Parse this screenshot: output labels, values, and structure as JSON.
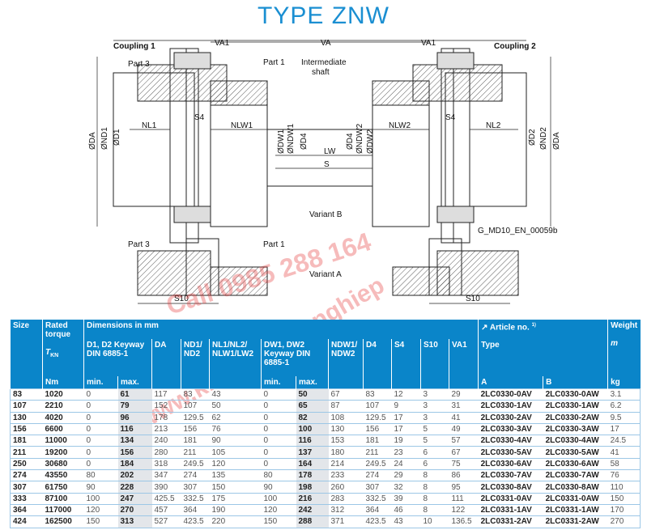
{
  "title": "TYPE ZNW",
  "drawing": {
    "coupling1": "Coupling 1",
    "coupling2": "Coupling 2",
    "part3": "Part 3",
    "part1": "Part 1",
    "intermediate": "Intermediate",
    "shaft": "shaft",
    "va1": "VA1",
    "va": "VA",
    "nl1": "NL1",
    "s4": "S4",
    "nlw1": "NLW1",
    "dw1": "ØDW1",
    "ndw1": "ØNDW1",
    "d4": "ØD4",
    "ndw2": "ØNDW2",
    "dw2": "ØDW2",
    "nlw2": "NLW2",
    "nl2": "NL2",
    "da": "ØDA",
    "nd1": "ØND1",
    "d1": "ØD1",
    "d2": "ØD2",
    "nd2": "ØND2",
    "lw": "LW",
    "s": "S",
    "variant_b": "Variant B",
    "variant_a": "Variant A",
    "s10": "S10",
    "ref": "G_MD10_EN_00059b"
  },
  "watermark": {
    "phone": "Call 0985 288 164",
    "site": "www.khonoicongnghiep"
  },
  "table": {
    "h": {
      "size": "Size",
      "rated": "Rated torque",
      "tkn": "T",
      "tkn_sub": "KN",
      "nm": "Nm",
      "dims": "Dimensions in mm",
      "d1d2": "D1, D2 Keyway DIN 6885-1",
      "min": "min.",
      "max": "max.",
      "da": "DA",
      "nd": "ND1/ ND2",
      "nl": "NL1/NL2/ NLW1/LW2",
      "dw": "DW1, DW2 Keyway DIN 6885-1",
      "ndw": "NDW1/ NDW2",
      "d4": "D4",
      "s4": "S4",
      "s10": "S10",
      "va1": "VA1",
      "article": "↗ Article no.",
      "article_sup": "1)",
      "type": "Type",
      "a": "A",
      "b": "B",
      "weight": "Weight",
      "m": "m",
      "kg": "kg"
    },
    "rows": [
      [
        "83",
        "1020",
        "0",
        "61",
        "117",
        "83",
        "43",
        "0",
        "50",
        "67",
        "83",
        "12",
        "3",
        "29",
        "2LC0330-0AV",
        "2LC0330-0AW",
        "3.1"
      ],
      [
        "107",
        "2210",
        "0",
        "79",
        "152",
        "107",
        "50",
        "0",
        "65",
        "87",
        "107",
        "9",
        "3",
        "31",
        "2LC0330-1AV",
        "2LC0330-1AW",
        "6.2"
      ],
      [
        "130",
        "4020",
        "0",
        "96",
        "178",
        "129.5",
        "62",
        "0",
        "82",
        "108",
        "129.5",
        "17",
        "3",
        "41",
        "2LC0330-2AV",
        "2LC0330-2AW",
        "9.5"
      ],
      [
        "156",
        "6600",
        "0",
        "116",
        "213",
        "156",
        "76",
        "0",
        "100",
        "130",
        "156",
        "17",
        "5",
        "49",
        "2LC0330-3AV",
        "2LC0330-3AW",
        "17"
      ],
      [
        "181",
        "11000",
        "0",
        "134",
        "240",
        "181",
        "90",
        "0",
        "116",
        "153",
        "181",
        "19",
        "5",
        "57",
        "2LC0330-4AV",
        "2LC0330-4AW",
        "24.5"
      ],
      [
        "211",
        "19200",
        "0",
        "156",
        "280",
        "211",
        "105",
        "0",
        "137",
        "180",
        "211",
        "23",
        "6",
        "67",
        "2LC0330-5AV",
        "2LC0330-5AW",
        "41"
      ],
      [
        "250",
        "30680",
        "0",
        "184",
        "318",
        "249.5",
        "120",
        "0",
        "164",
        "214",
        "249.5",
        "24",
        "6",
        "75",
        "2LC0330-6AV",
        "2LC0330-6AW",
        "58"
      ],
      [
        "274",
        "43550",
        "80",
        "202",
        "347",
        "274",
        "135",
        "80",
        "178",
        "233",
        "274",
        "29",
        "8",
        "86",
        "2LC0330-7AV",
        "2LC0330-7AW",
        "76"
      ],
      [
        "307",
        "61750",
        "90",
        "228",
        "390",
        "307",
        "150",
        "90",
        "198",
        "260",
        "307",
        "32",
        "8",
        "95",
        "2LC0330-8AV",
        "2LC0330-8AW",
        "110"
      ],
      [
        "333",
        "87100",
        "100",
        "247",
        "425.5",
        "332.5",
        "175",
        "100",
        "216",
        "283",
        "332.5",
        "39",
        "8",
        "111",
        "2LC0331-0AV",
        "2LC0331-0AW",
        "150"
      ],
      [
        "364",
        "117000",
        "120",
        "270",
        "457",
        "364",
        "190",
        "120",
        "242",
        "312",
        "364",
        "46",
        "8",
        "122",
        "2LC0331-1AV",
        "2LC0331-1AW",
        "170"
      ],
      [
        "424",
        "162500",
        "150",
        "313",
        "527",
        "423.5",
        "220",
        "150",
        "288",
        "371",
        "423.5",
        "43",
        "10",
        "136.5",
        "2LC0331-2AV",
        "2LC0331-2AW",
        "270"
      ]
    ]
  }
}
